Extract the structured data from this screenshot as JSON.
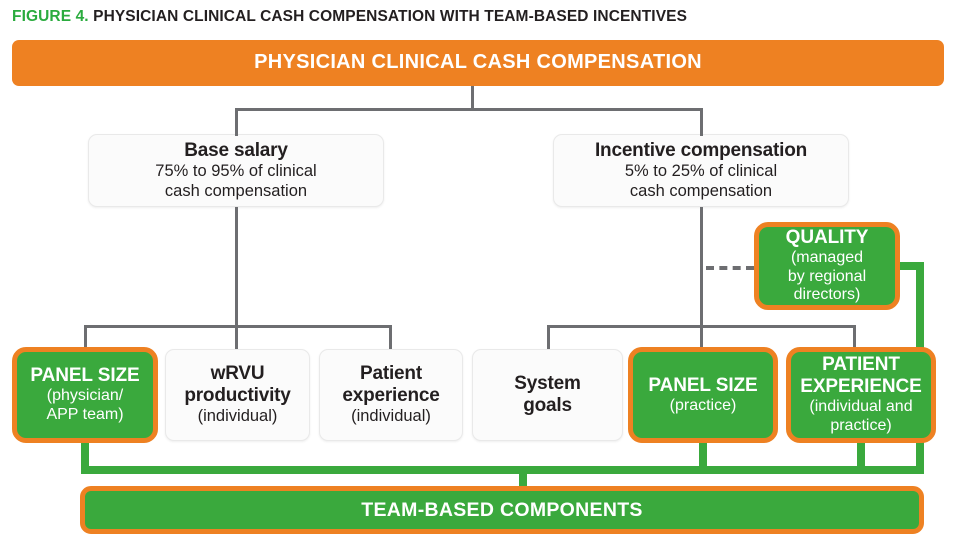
{
  "figure": {
    "label": "FIGURE 4.",
    "title": "PHYSICIAN CLINICAL CASH COMPENSATION WITH TEAM-BASED INCENTIVES"
  },
  "colors": {
    "orange": "#ee8122",
    "green": "#3aa93d",
    "gray_connector": "#6d6e71",
    "text_dark": "#231f20",
    "box_white": "#fbfbfb"
  },
  "nodes": {
    "root": {
      "label": "PHYSICIAN CLINICAL CASH COMPENSATION",
      "style": "orange-bar"
    },
    "base_salary": {
      "title": "Base salary",
      "line1": "75% to 95% of clinical",
      "line2": "cash compensation",
      "style": "white"
    },
    "incentive": {
      "title": "Incentive compensation",
      "line1": "5% to 25% of clinical",
      "line2": "cash compensation",
      "style": "white"
    },
    "quality": {
      "title": "QUALITY",
      "line1": "(managed",
      "line2": "by regional",
      "line3": "directors)",
      "style": "green-team"
    },
    "panel_size_physician": {
      "title": "PANEL SIZE",
      "line1": "(physician/",
      "line2": "APP team)",
      "style": "green-team"
    },
    "wrvu": {
      "title1": "wRVU",
      "title2": "productivity",
      "sub": "(individual)",
      "style": "white"
    },
    "patient_experience_individual": {
      "title1": "Patient",
      "title2": "experience",
      "sub": "(individual)",
      "style": "white"
    },
    "system_goals": {
      "title1": "System",
      "title2": "goals",
      "style": "white"
    },
    "panel_size_practice": {
      "title": "PANEL SIZE",
      "line1": "(practice)",
      "style": "green-team"
    },
    "patient_experience_team": {
      "title1": "PATIENT",
      "title2": "EXPERIENCE",
      "line1": "(individual and",
      "line2": "practice)",
      "style": "green-team"
    },
    "team_based": {
      "label": "TEAM-BASED COMPONENTS",
      "style": "green-bar"
    }
  }
}
